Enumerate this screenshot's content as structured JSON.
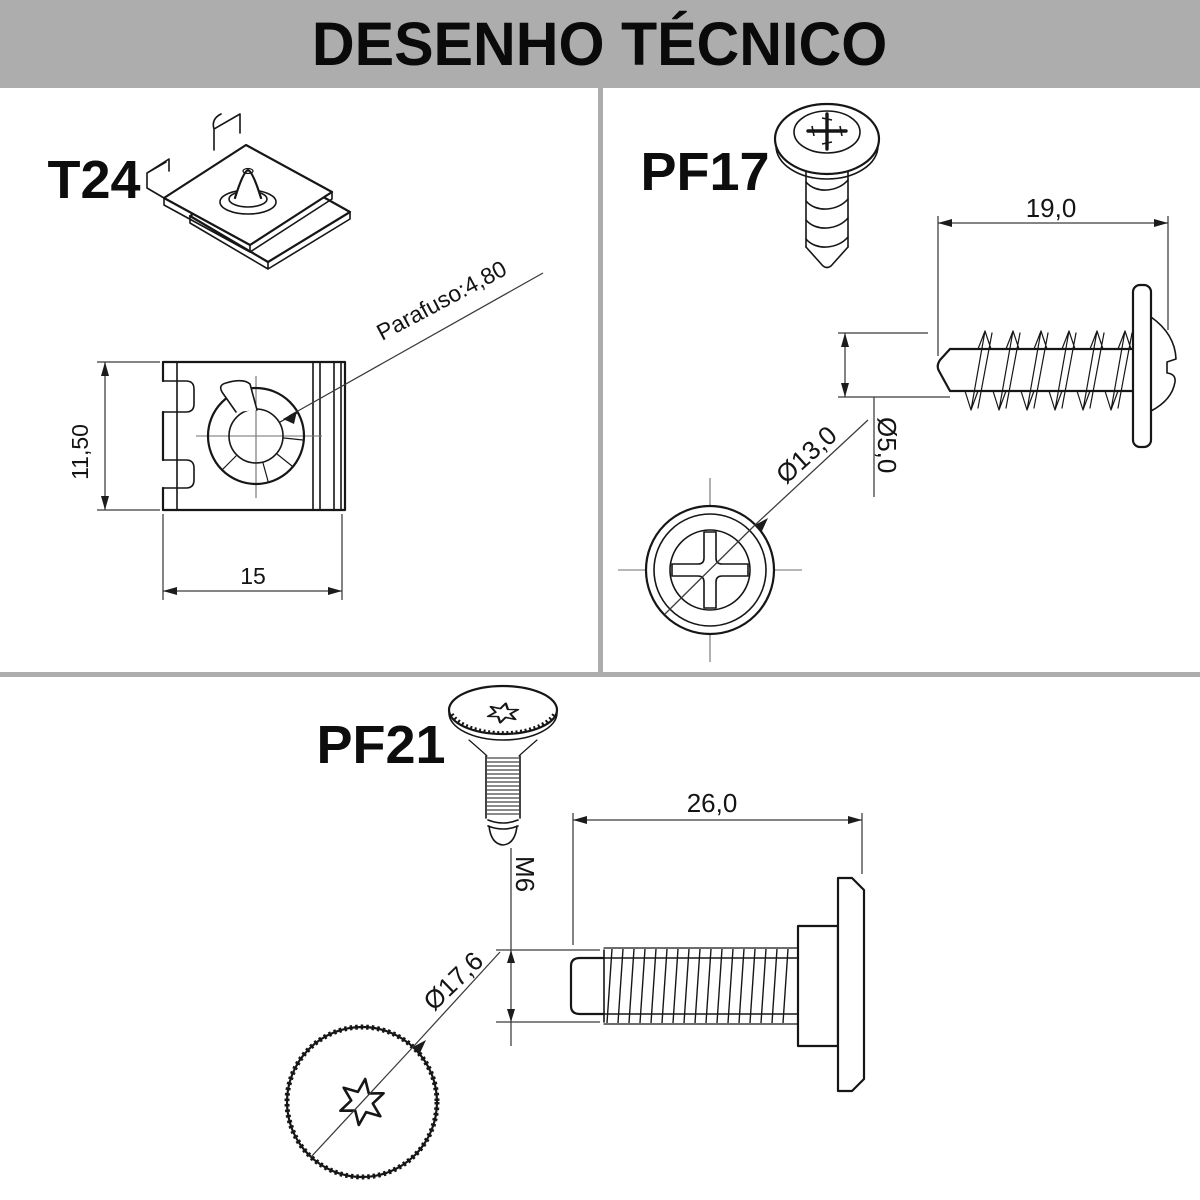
{
  "header": {
    "title": "DESENHO TÉCNICO"
  },
  "t24": {
    "label": "T24",
    "dim_height": "11,50",
    "dim_width": "15",
    "leader": "Parafuso:4,80"
  },
  "pf17": {
    "label": "PF17",
    "dim_length": "19,0",
    "dim_shaft": "Ø5,0",
    "dim_head": "Ø13,0"
  },
  "pf21": {
    "label": "PF21",
    "dim_length": "26,0",
    "dim_thread": "M6",
    "dim_head": "Ø17,6"
  },
  "colors": {
    "banner": "#adadad",
    "line": "#161616",
    "dim_text": "#141414"
  }
}
